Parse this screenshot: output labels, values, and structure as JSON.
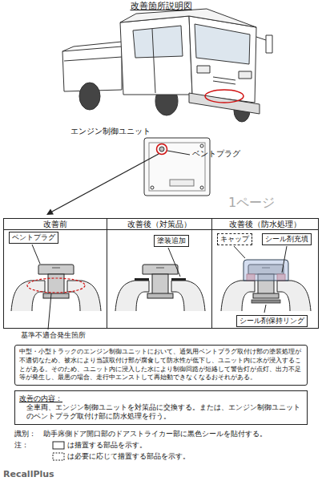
{
  "diagram": {
    "title": "改善箇所説明図",
    "nodes": [
      {
        "text": [
          "改善前"
        ]
      },
      {
        "text": [
          "ベントプラグ"
        ],
        "in": 0
      },
      {
        "text": [
          "改善後（対策品）"
        ]
      },
      {
        "text": [
          "塗装追加"
        ],
        "in": 2
      },
      {
        "text": [
          "改善後（防水処理）"
        ]
      },
      {
        "text": [
          "キャップ"
        ],
        "in": 4
      },
      {
        "text": [
          "シール剤充填"
        ],
        "in": 4
      },
      {
        "text": [
          "シール剤保持リング"
        ],
        "in": 4
      },
      {
        "text": [
          "中型・小型トラックのエンジン制御ユニットにおいて、通気用ベントプラグ取付け部の塗装処理が不適切なため、被水により当該取付け部が腐食して防水性が低下し、ユニット内に水が浸入することがある。そのため、ユニット内に浸入した水により制御回路が短絡して警告灯が点灯、出力不足等が発生し、最悪の場合、走行中エンストして再始動できなくなるおそれがある。"
        ]
      },
      {
        "text": [
          "改善の内容：",
          "全車両、エンジン制御ユニットを対策品に交換する。または、エンジン制御ユニットのベントプラグ取付け部に防水処理を行う。"
        ]
      }
    ],
    "labels": [
      "エンジン制御ユニット",
      "ベントプラグ",
      "1ページ",
      "基準不適合発生箇所",
      "識別：",
      "助手席側ドア開口部のドアストライカー部に黒色シールを貼付する。",
      "注：",
      "は措置する部品を示す。",
      "は必要に応じて措置する部品を示す。",
      "RecallPlus"
    ]
  }
}
